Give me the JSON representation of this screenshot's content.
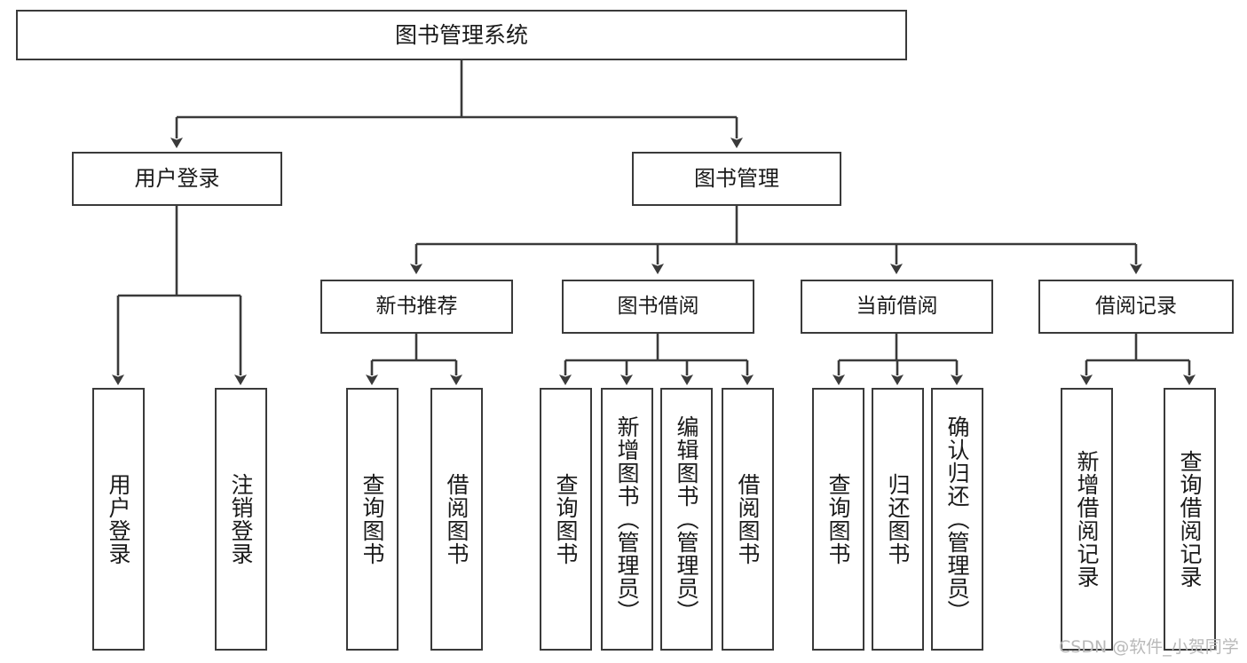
{
  "diagram": {
    "type": "hierarchy-tree",
    "title": "图书管理系统",
    "watermark": "CSDN @软件_小贺同学",
    "colors": {
      "box_border": "#3a3a3a",
      "box_fill": "#ffffff",
      "connector": "#3a3a3a",
      "text": "#1a1a1a",
      "watermark": "#b9b9b9",
      "background": "#ffffff"
    },
    "nodes": {
      "root": {
        "label": "图书管理系统"
      },
      "level1": [
        {
          "label": "用户登录"
        },
        {
          "label": "图书管理"
        }
      ],
      "level2": [
        {
          "label": "新书推荐"
        },
        {
          "label": "图书借阅"
        },
        {
          "label": "当前借阅"
        },
        {
          "label": "借阅记录"
        }
      ],
      "leaves": {
        "user_login": [
          {
            "label": "用户登录"
          },
          {
            "label": "注销登录"
          }
        ],
        "new_book_recommend": [
          {
            "label": "查询图书"
          },
          {
            "label": "借阅图书"
          }
        ],
        "book_borrow": [
          {
            "label": "查询图书"
          },
          {
            "label": "新增图书（管理员）"
          },
          {
            "label": "编辑图书（管理员）"
          },
          {
            "label": "借阅图书"
          }
        ],
        "current_borrow": [
          {
            "label": "查询图书"
          },
          {
            "label": "归还图书"
          },
          {
            "label": "确认归还（管理员）"
          }
        ],
        "borrow_record": [
          {
            "label": "新增借阅记录"
          },
          {
            "label": "查询借阅记录"
          }
        ]
      }
    }
  }
}
